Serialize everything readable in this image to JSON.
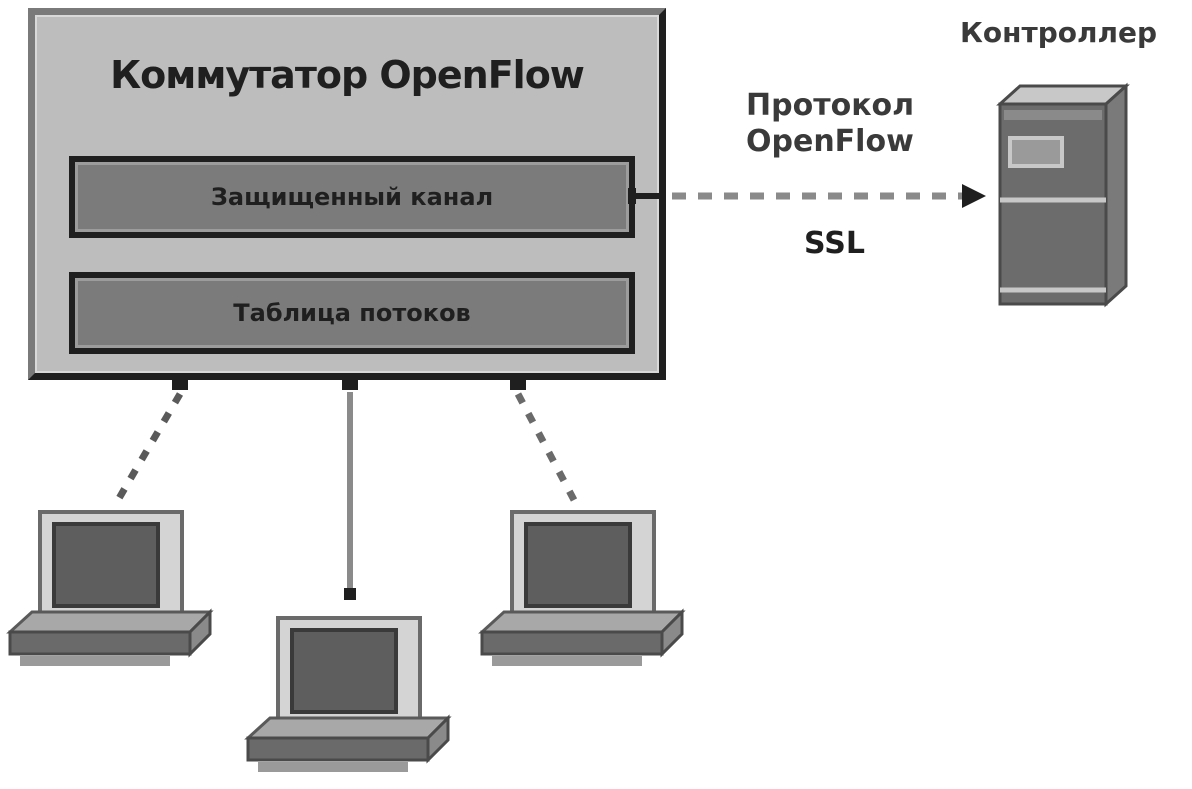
{
  "switch": {
    "title": "Коммутатор OpenFlow",
    "secure_channel": "Защищенный канал",
    "flow_table": "Таблица потоков"
  },
  "controller": {
    "label": "Контроллер"
  },
  "link": {
    "protocol_line1": "Протокол",
    "protocol_line2": "OpenFlow",
    "encryption": "SSL"
  },
  "colors": {
    "dark": "#1f1f1f",
    "mid_gray": "#7b7b7b",
    "light_gray": "#bdbdbd",
    "screen": "#5e5e5e"
  },
  "icons": {
    "controller": "server-tower-icon",
    "hosts": "computer-icon"
  }
}
